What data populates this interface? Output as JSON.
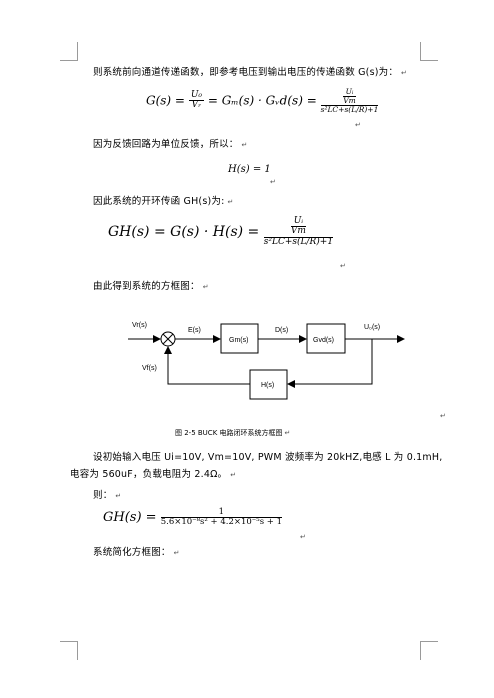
{
  "p1": "则系统前向通道传递函数，即参考电压到输出电压的传递函数 G(s)为：",
  "eq1": {
    "lhs": "G(s) =",
    "f1_num": "U₀",
    "f1_den": "Vᵣ",
    "mid": "= Gₘ(s) · Gᵥd(s) =",
    "f2_num_top": "Uᵢ",
    "f2_num_bot": "Vm",
    "f2_den": "s²LC+s(L/R)+1"
  },
  "p2": "因为反馈回路为单位反馈，所以：",
  "eq2": "H(s) = 1",
  "p3": "因此系统的开环传函 GH(s)为:",
  "eq3": {
    "lhs": "GH(s) = G(s) · H(s) =",
    "num_top": "Uᵢ",
    "num_bot": "Vm",
    "den": "s²LC+s(L/R)+1"
  },
  "p4": "由此得到系统的方框图：",
  "diagram": {
    "vr": "Vr(s)",
    "e": "E(s)",
    "gm": "Gm(s)",
    "d": "D(s)",
    "gvd": "Gvd(s)",
    "uo": "U₀(s)",
    "vf": "Vf(s)",
    "h": "H(s)"
  },
  "caption": "图 2-5 BUCK 电路闭环系统方框图",
  "p5_line1": "设初始输入电压 Ui=10V, Vm=10V, PWM 波频率为 20kHZ,电感 L 为 0.1mH,",
  "p5_line2": "电容为 560uF，负载电阻为 2.4Ω。",
  "p6": "则：",
  "eq4": {
    "lhs": "GH(s) =",
    "num": "1",
    "den": "5.6×10⁻⁸s² + 4.2×10⁻⁵s + 1"
  },
  "p7": "系统简化方框图："
}
